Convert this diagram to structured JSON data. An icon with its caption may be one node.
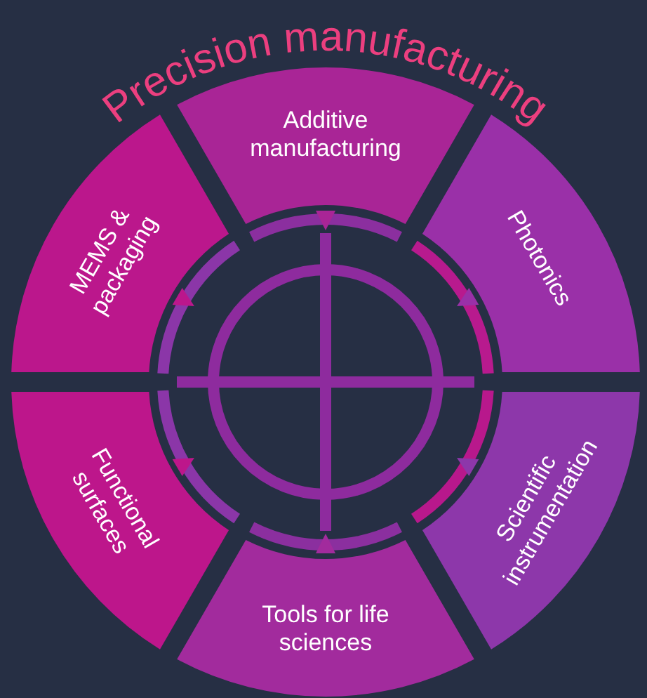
{
  "diagram": {
    "title": "Precision manufacturing",
    "nodes": [
      {
        "text": [
          "Additive manufacturing"
        ]
      },
      {
        "text": [
          "Photonics"
        ]
      },
      {
        "text": [
          "Scientific instrumentation"
        ]
      },
      {
        "text": [
          "Tools for life sciences"
        ]
      },
      {
        "text": [
          "Functional surfaces"
        ]
      },
      {
        "text": [
          "MEMS & packaging"
        ]
      }
    ]
  }
}
